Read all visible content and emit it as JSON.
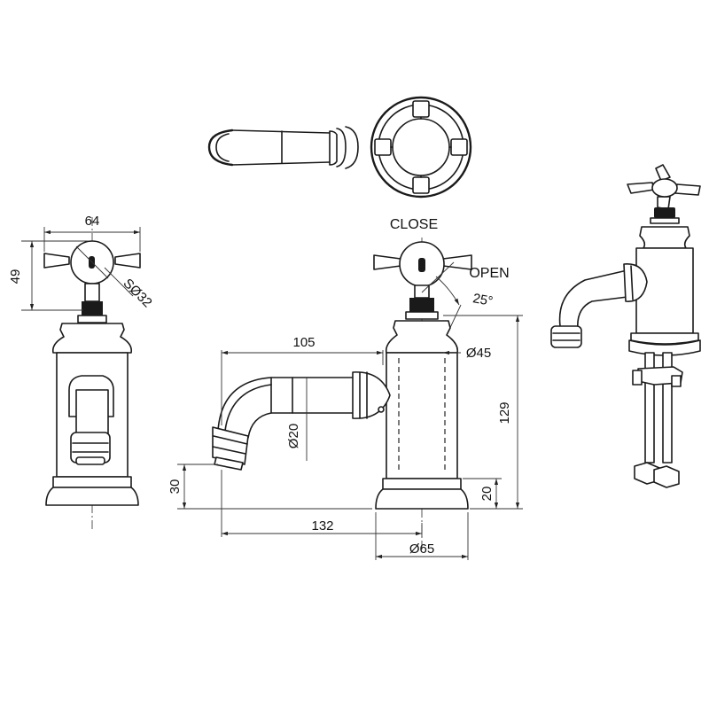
{
  "labels": {
    "close": "CLOSE",
    "open": "OPEN",
    "angle": "25°"
  },
  "dimensions": {
    "handle_width": "64",
    "height_left": "49",
    "handle_diameter": "SØ32",
    "spout_reach": "105",
    "body_diameter": "Ø45",
    "total_height": "129",
    "spout_diameter": "Ø20",
    "spout_height": "30",
    "base_height": "20",
    "overall_length": "132",
    "base_diameter": "Ø65"
  }
}
